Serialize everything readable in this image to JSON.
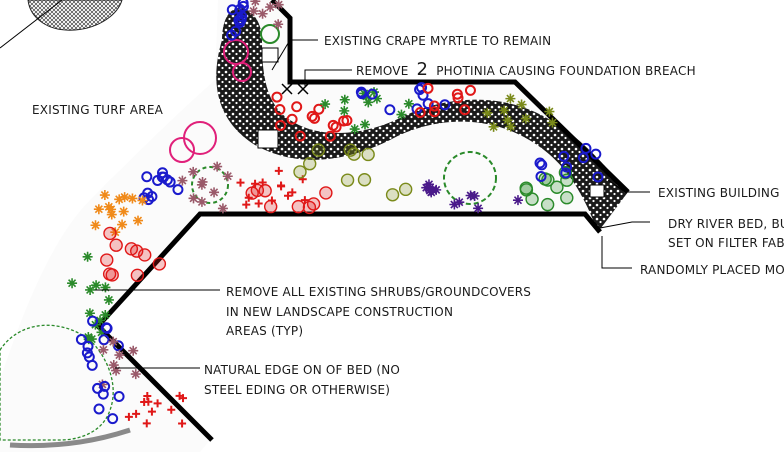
{
  "labels": {
    "turf": "EXISTING TURF AREA",
    "crape": "EXISTING CRAPE MYRTLE TO REMAIN",
    "photinia_pre": "REMOVE",
    "photinia_num": "2",
    "photinia_post": "PHOTINIA CAUSING FOUNDATION BREACH",
    "building": "EXISTING BUILDING L",
    "river1": "DRY RIVER BED, BU",
    "river2": "SET ON FILTER FAB",
    "mo": "RANDOMLY PLACED MO",
    "shrubs1": "REMOVE ALL EXISTING SHRUBS/GROUNDCOVERS",
    "shrubs2": "IN NEW LANDSCAPE CONSTRUCTION",
    "shrubs3": "AREAS (TYP)",
    "edge1": "NATURAL EDGE ON OF BED (NO",
    "edge2": "STEEL EDING OR OTHERWISE)"
  },
  "colors": {
    "blue": "#1a1acc",
    "red": "#e01818",
    "green": "#2a8a2a",
    "olive": "#7a8a1a",
    "orange": "#f08a1a",
    "magenta": "#e0207a",
    "mauve": "#9a5a6a",
    "purple": "#4a1a8a",
    "gray": "#8a8a8a"
  }
}
